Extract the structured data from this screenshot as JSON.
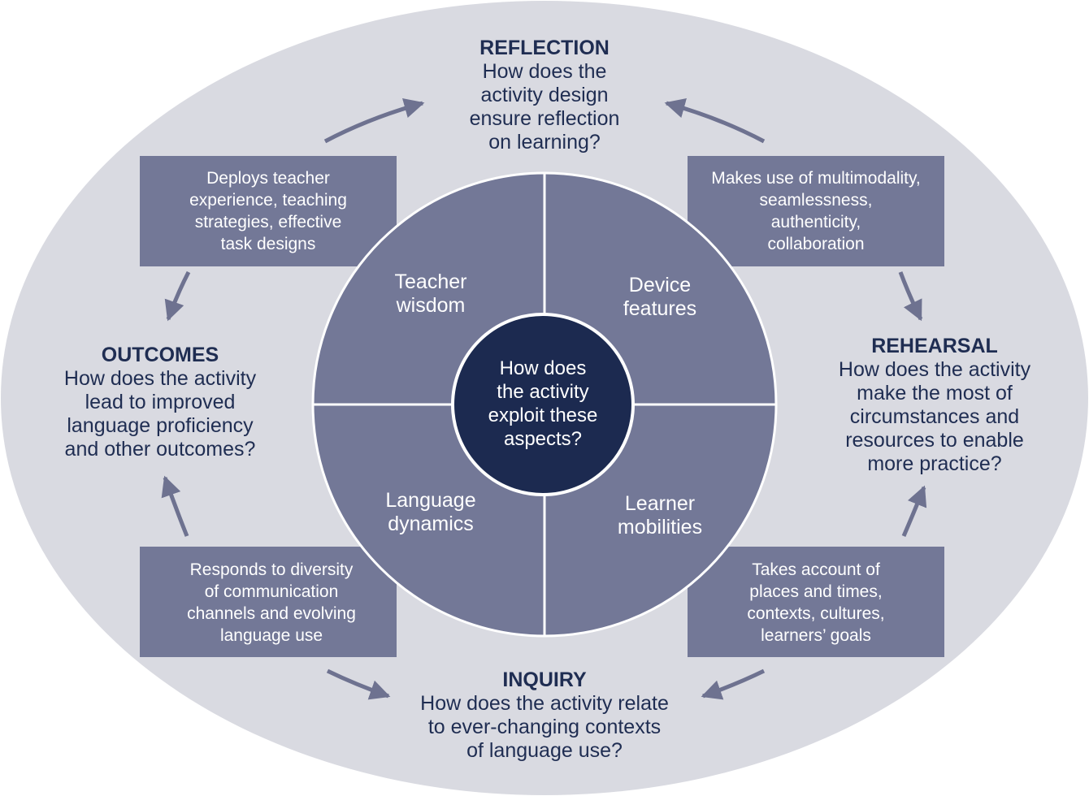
{
  "colors": {
    "outer_ellipse": "#d9dae1",
    "box_fill": "#737897",
    "segment_fill": "#737897",
    "center_fill": "#1c2a50",
    "divider": "#ffffff",
    "arrow": "#6e7290",
    "text_dark": "#1f2d52",
    "text_light": "#ffffff"
  },
  "center": {
    "question": "How does\nthe activity\nexploit these\naspects?"
  },
  "segments": {
    "top_left": "Teacher\nwisdom",
    "top_right": "Device\nfeatures",
    "bottom_left": "Language\ndynamics",
    "bottom_right": "Learner\nmobilities"
  },
  "boxes": {
    "top_left": "Deploys teacher\nexperience, teaching\nstrategies, effective\ntask designs",
    "top_right": "Makes use of multimodality,\nseamlessness,\nauthenticity,\ncollaboration",
    "bottom_left": "Responds to diversity\nof communication\nchannels and evolving\nlanguage use",
    "bottom_right": "Takes account of\nplaces and times,\ncontexts, cultures,\nlearners’ goals"
  },
  "stages": {
    "reflection": {
      "title": "REFLECTION",
      "question": "How does the\nactivity design\nensure reflection\non learning?"
    },
    "rehearsal": {
      "title": "REHEARSAL",
      "question": "How does the activity\nmake the most of\ncircumstances and\nresources to enable\nmore practice?"
    },
    "inquiry": {
      "title": "INQUIRY",
      "question": "How does the activity relate\nto ever-changing contexts\nof language use?"
    },
    "outcomes": {
      "title": "OUTCOMES",
      "question": "How does the activity\nlead to improved\nlanguage proficiency\nand other outcomes?"
    }
  }
}
